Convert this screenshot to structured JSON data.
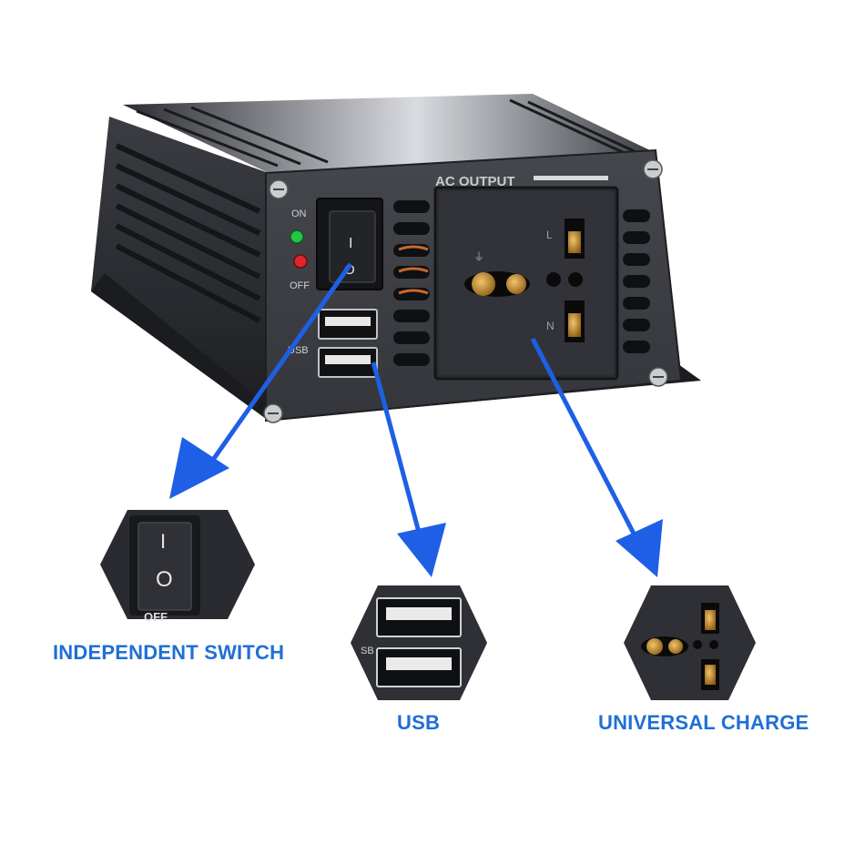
{
  "device": {
    "panel_label": "AC OUTPUT",
    "led_on_label": "ON",
    "led_off_label": "OFF",
    "usb_label": "USB",
    "switch_on_symbol": "I",
    "switch_off_symbol": "O",
    "socket_mark_live": "L",
    "socket_mark_neutral": "N",
    "socket_mark_earth": "⏚",
    "led_on_color": "#27c24a",
    "led_off_color": "#e0262b"
  },
  "callouts": [
    {
      "id": "switch",
      "caption": "INDEPENDENT SWITCH",
      "icon": "rocker-switch-icon",
      "zoom_label": "OFF",
      "zoom_on": "I",
      "zoom_off": "O"
    },
    {
      "id": "usb",
      "caption": "USB",
      "icon": "usb-ports-icon",
      "zoom_label": "SB"
    },
    {
      "id": "universal",
      "caption": "UNIVERSAL CHARGE",
      "icon": "universal-socket-icon"
    }
  ],
  "colors": {
    "arrow": "#1e5fe6",
    "caption": "#1f6fd6",
    "body": "#2b2d33",
    "panel": "#3a3c42"
  }
}
